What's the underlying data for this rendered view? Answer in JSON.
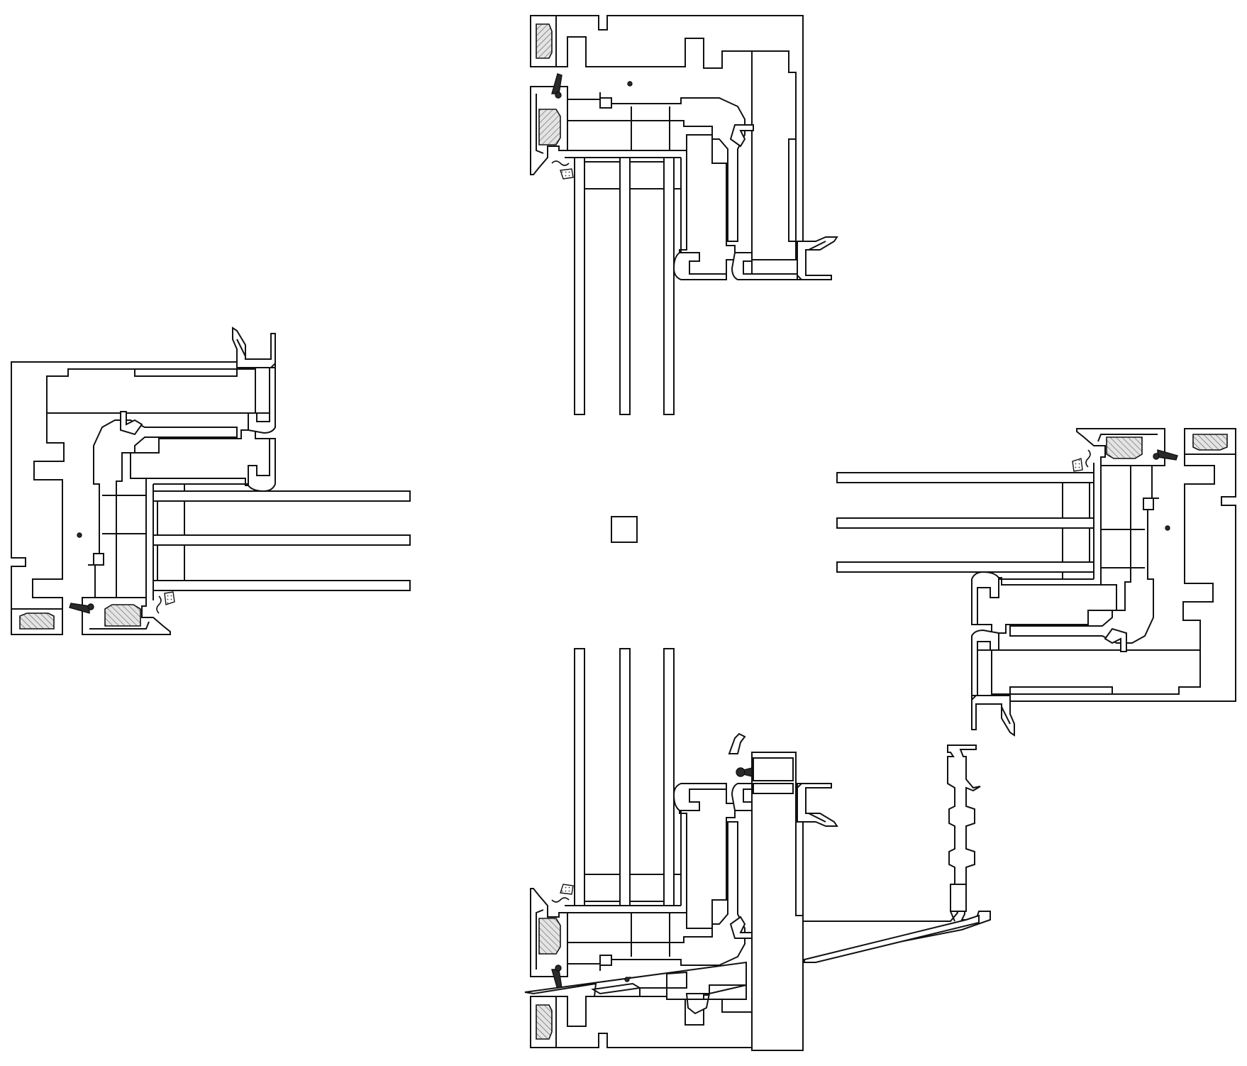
{
  "drawing": {
    "type": "window-frame-section-detail",
    "views": [
      "head",
      "left-jamb",
      "right-jamb",
      "sill"
    ],
    "glazing": "triple",
    "colors": {
      "line": "#111111",
      "background": "#ffffff",
      "gasket": "#2a2a2a",
      "seal": "#d6d6d6"
    }
  }
}
